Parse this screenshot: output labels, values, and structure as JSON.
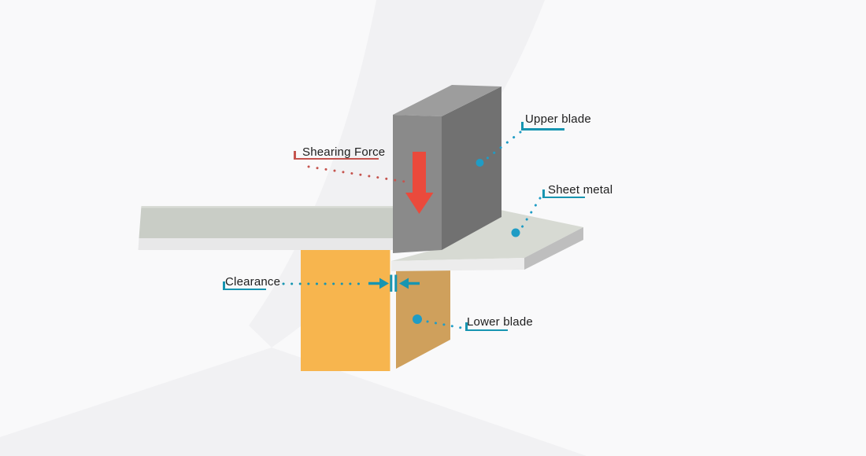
{
  "diagram": {
    "type": "technical-illustration",
    "subject": "sheet metal shearing process",
    "labels": {
      "shearing_force": "Shearing Force",
      "upper_blade": "Upper blade",
      "sheet_metal": "Sheet metal",
      "clearance": "Clearance",
      "lower_blade": "Lower blade"
    },
    "colors": {
      "background": "#F9F9FA",
      "background_wedge": "#F1F1F3",
      "teal": "#1795B1",
      "teal_dot": "#1F9CC5",
      "red_accent": "#C5544E",
      "arrow_red": "#EA4A3C",
      "upper_blade_top": "#9D9D9D",
      "upper_blade_front": "#8A8A8A",
      "upper_blade_side": "#717171",
      "lower_blade_front": "#F7B54E",
      "lower_blade_side": "#CFA05C",
      "sheet_top": "#C9CDC6",
      "sheet_front": "#E8E8E9",
      "slab_top": "#D7DAD3",
      "slab_front": "#ECECEC",
      "slab_side": "#BEBEBE"
    }
  }
}
